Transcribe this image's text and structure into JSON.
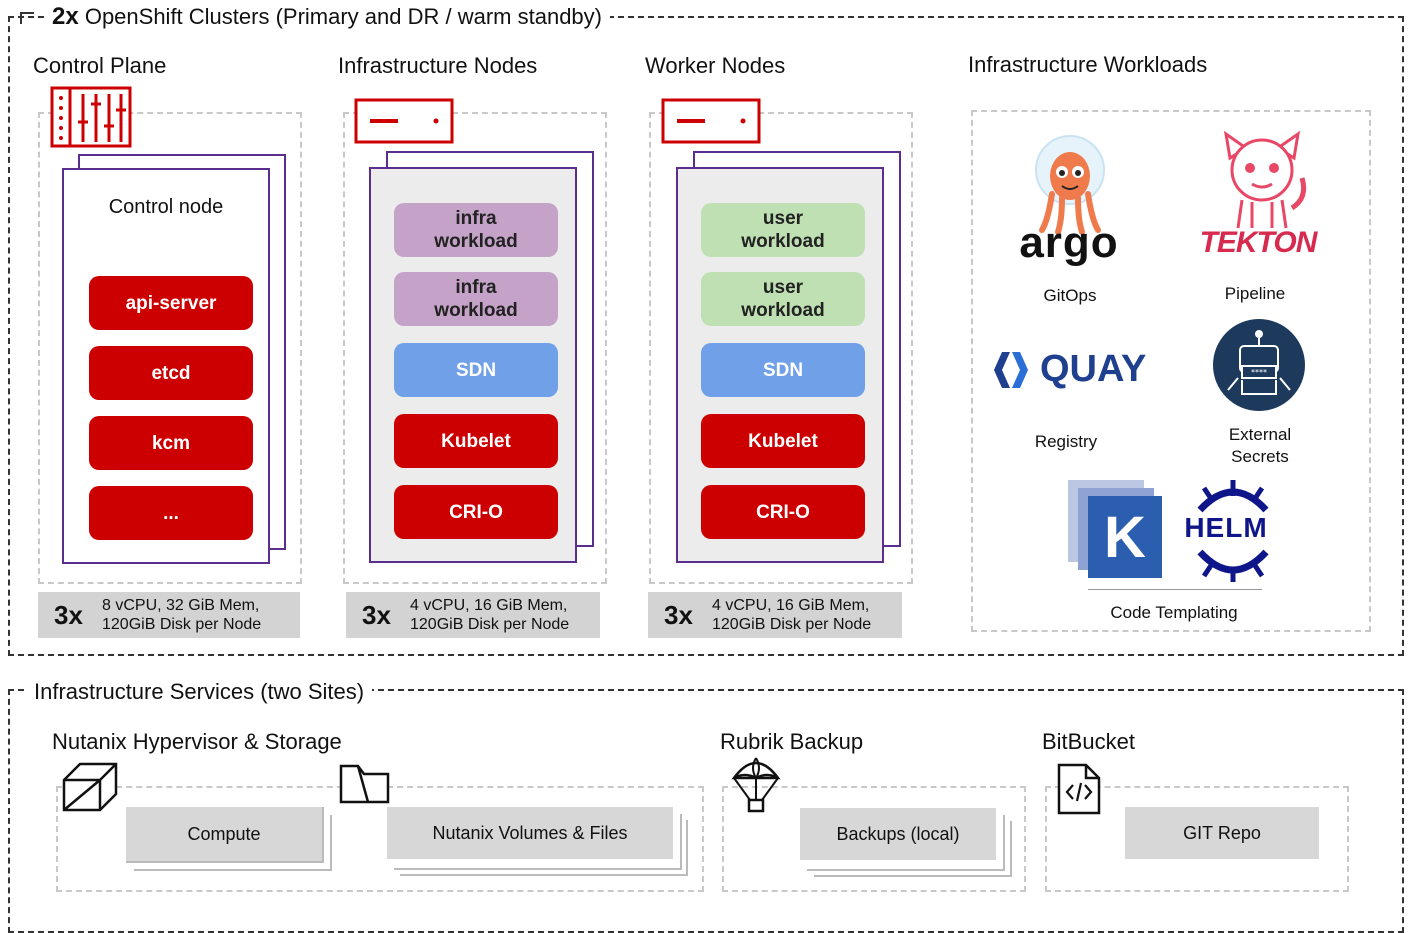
{
  "clusters": {
    "title_bold": "2x",
    "title": "OpenShift Clusters (Primary and DR / warm standby)",
    "columns": [
      {
        "heading": "Control Plane",
        "icon": "control-panel-icon",
        "node_label": "Control node",
        "components": [
          "api-server",
          "etcd",
          "kcm",
          "..."
        ],
        "spec_mult": "3x",
        "spec_line1": "8 vCPU, 32 GiB Mem,",
        "spec_line2": "120GiB Disk per Node"
      },
      {
        "heading": "Infrastructure Nodes",
        "icon": "server-icon",
        "components": [
          "infra workload",
          "infra workload",
          "SDN",
          "Kubelet",
          "CRI-O"
        ],
        "spec_mult": "3x",
        "spec_line1": "4 vCPU, 16 GiB Mem,",
        "spec_line2": "120GiB Disk per Node"
      },
      {
        "heading": "Worker Nodes",
        "icon": "server-icon",
        "components": [
          "user workload",
          "user workload",
          "SDN",
          "Kubelet",
          "CRI-O"
        ],
        "spec_mult": "3x",
        "spec_line1": "4 vCPU, 16 GiB Mem,",
        "spec_line2": "120GiB Disk per Node"
      }
    ],
    "workloads": {
      "heading": "Infrastructure Workloads",
      "argo_logo": "argo",
      "gitops": "GitOps",
      "tekton_logo": "TEKTON",
      "pipeline": "Pipeline",
      "quay_logo": "QUAY",
      "registry": "Registry",
      "external_secrets_1": "External",
      "external_secrets_2": "Secrets",
      "kustomize_letter": "K",
      "helm_logo": "HELM",
      "code_templating": "Code Templating"
    }
  },
  "services": {
    "title": "Infrastructure Services (two Sites)",
    "nutanix": {
      "heading": "Nutanix Hypervisor & Storage",
      "compute": "Compute",
      "volumes": "Nutanix Volumes & Files"
    },
    "rubrik": {
      "heading": "Rubrik Backup",
      "backups": "Backups (local)"
    },
    "bitbucket": {
      "heading": "BitBucket",
      "repo": "GIT Repo"
    }
  },
  "colors": {
    "red": "#cc0000",
    "purple_node": "#5b2d8e",
    "infra_workload": "#c5a3c9",
    "user_workload": "#bfe0b3",
    "sdn": "#6fa0e8"
  }
}
